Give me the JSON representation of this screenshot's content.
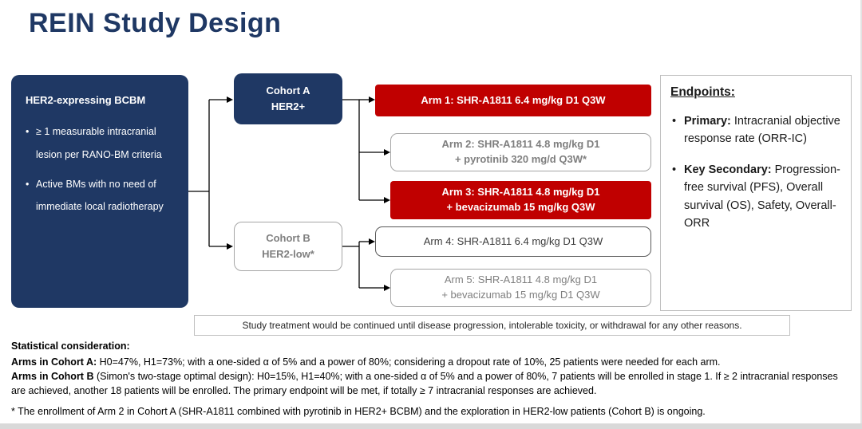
{
  "title": "REIN Study Design",
  "colors": {
    "navy": "#1F3864",
    "red": "#C00000",
    "gray": "#7F7F7F"
  },
  "diagram": {
    "population": {
      "title": "HER2-expressing BCBM",
      "bullets": [
        "≥ 1 measurable intracranial lesion per RANO-BM criteria",
        "Active BMs with no need of immediate local radiotherapy"
      ]
    },
    "cohorts": [
      {
        "name": "Cohort A",
        "subtitle": "HER2+"
      },
      {
        "name": "Cohort B",
        "subtitle": "HER2-low*"
      }
    ],
    "arms": [
      {
        "lines": [
          "Arm 1: SHR-A1811 6.4 mg/kg D1 Q3W"
        ]
      },
      {
        "lines": [
          "Arm 2: SHR-A1811 4.8 mg/kg D1",
          "+ pyrotinib 320 mg/d Q3W*"
        ]
      },
      {
        "lines": [
          "Arm 3: SHR-A1811 4.8 mg/kg D1",
          "+ bevacizumab 15 mg/kg Q3W"
        ]
      },
      {
        "lines": [
          "Arm 4: SHR-A1811 6.4 mg/kg D1 Q3W"
        ]
      },
      {
        "lines": [
          "Arm 5: SHR-A1811 4.8 mg/kg D1",
          "+ bevacizumab 15 mg/kg D1 Q3W"
        ]
      }
    ]
  },
  "endpoints": {
    "heading": "Endpoints:",
    "items": [
      {
        "label": "Primary:",
        "text": " Intracranial objective response rate (ORR-IC)"
      },
      {
        "label": "Key Secondary:",
        "text": " Progression-free survival (PFS), Overall survival (OS), Safety, Overall-ORR"
      }
    ]
  },
  "treatment_note": "Study treatment would be continued until disease progression, intolerable toxicity, or withdrawal for any other reasons.",
  "stats": {
    "heading": "Statistical consideration:",
    "cohort_a": {
      "label": "Arms in Cohort A:",
      "text": " H0=47%, H1=73%; with a one-sided α of 5% and a power of 80%; considering a dropout rate of 10%, 25 patients were needed for each arm."
    },
    "cohort_b": {
      "label": "Arms in Cohort B",
      "text": " (Simon's two-stage optimal design): H0=15%, H1=40%; with a one-sided α of 5% and a power of 80%, 7 patients will be enrolled in stage 1. If ≥ 2 intracranial responses are achieved, another 18 patients will be enrolled. The primary endpoint will be met, if totally ≥ 7 intracranial responses are achieved."
    }
  },
  "footnote": "* The enrollment of Arm 2 in Cohort A (SHR-A1811 combined with pyrotinib in HER2+ BCBM) and the exploration in HER2-low patients (Cohort B) is ongoing."
}
